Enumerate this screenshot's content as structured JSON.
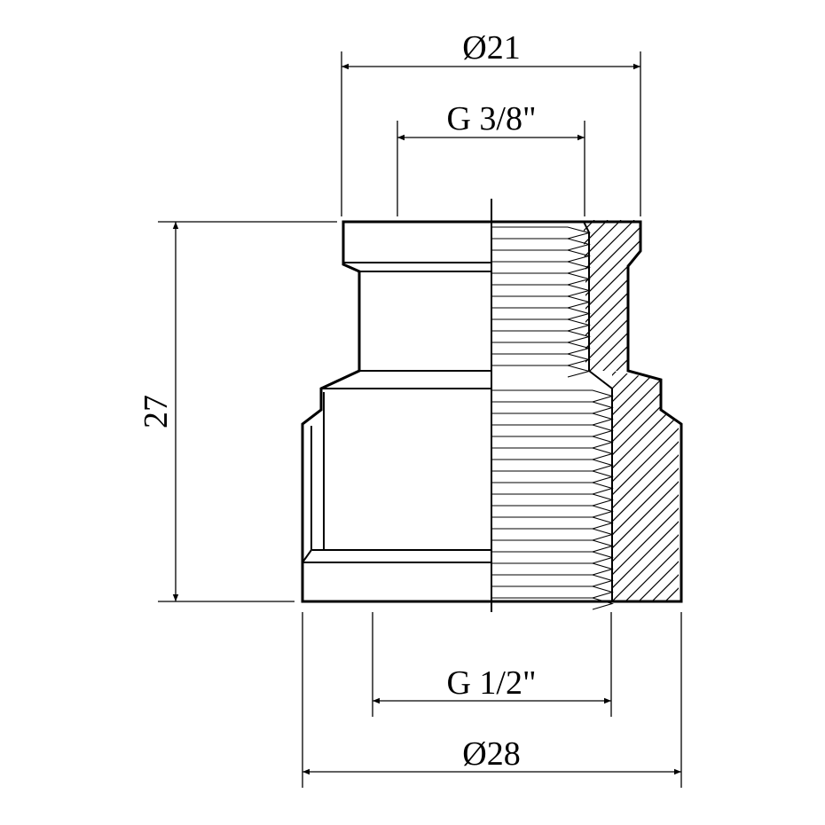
{
  "drawing": {
    "dimensions": {
      "top_outer": "Ø21",
      "top_thread": "G 3/8\"",
      "bottom_thread": "G 1/2\"",
      "bottom_outer": "Ø28",
      "height": "27"
    }
  }
}
